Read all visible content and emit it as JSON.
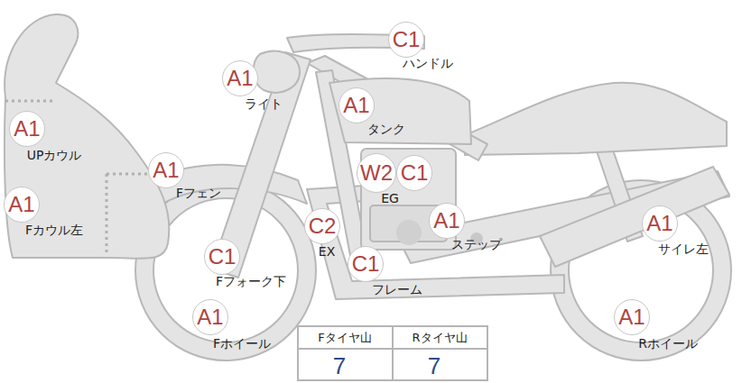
{
  "diagram": {
    "nodes": [
      {
        "text": [
          "C1"
        ]
      },
      {
        "text": [
          "A1"
        ]
      },
      {
        "text": [
          "A1"
        ]
      },
      {
        "text": [
          "A1"
        ]
      },
      {
        "text": [
          "A1"
        ]
      },
      {
        "text": [
          "W2"
        ]
      },
      {
        "text": [
          "C1"
        ]
      },
      {
        "text": [
          "A1"
        ]
      },
      {
        "text": [
          "C2"
        ]
      },
      {
        "text": [
          "A1"
        ]
      },
      {
        "text": [
          "A1"
        ]
      },
      {
        "text": [
          "C1"
        ]
      },
      {
        "text": [
          "C1"
        ]
      },
      {
        "text": [
          "A1"
        ]
      },
      {
        "text": [
          "A1"
        ]
      }
    ],
    "labels": [
      "ハンドル",
      "ライト",
      "タンク",
      "UPカウル",
      "Fフェン",
      "EG",
      "Fカウル左",
      "EX",
      "ステップ",
      "サイレ左",
      "Fフォーク下",
      "フレーム",
      "Fホイール",
      "Rホイール",
      "Fタイヤ山",
      "Rタイヤ山",
      "7",
      "7"
    ]
  }
}
